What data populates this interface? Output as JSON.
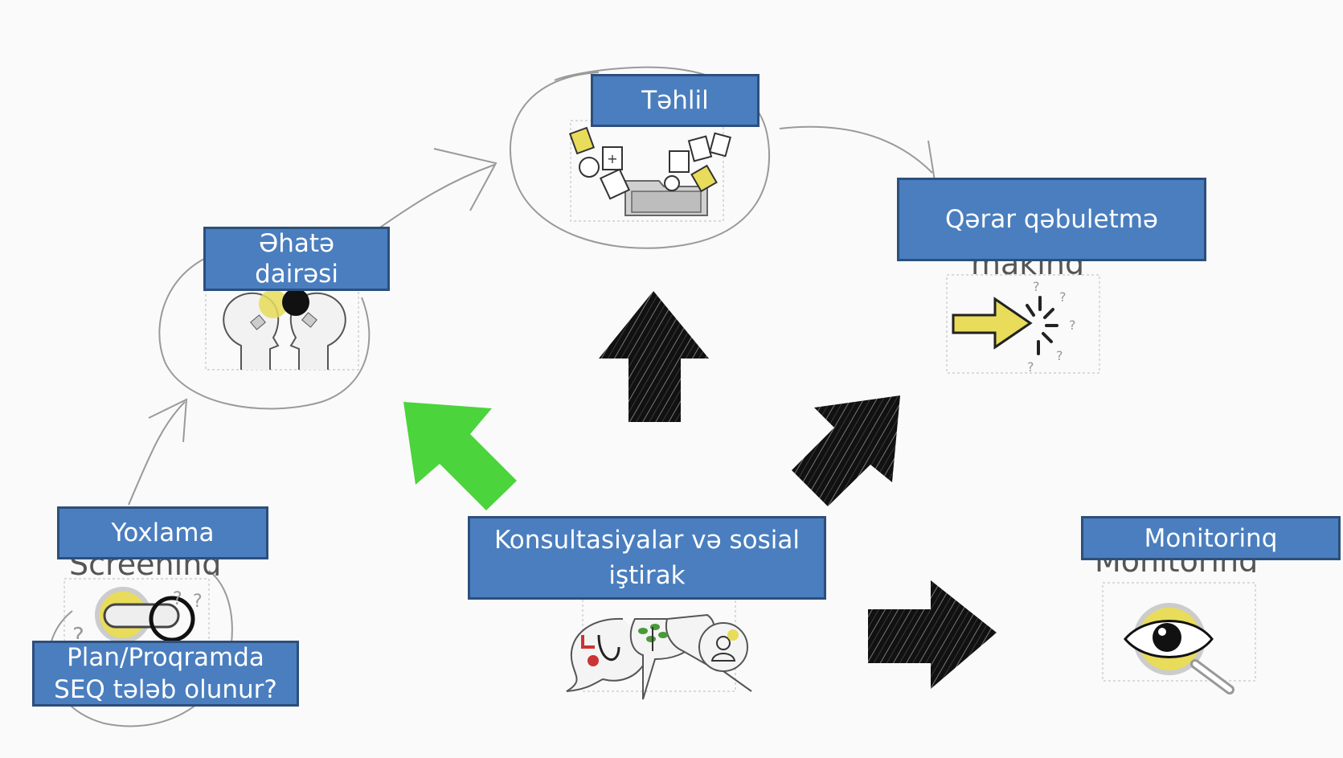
{
  "labels": {
    "tahlil": "Təhlil",
    "ehate": [
      "Əhatə",
      "dairəsi"
    ],
    "qerar": "Qərar qəbuletmə",
    "yoxlama": "Yoxlama",
    "plan": [
      "Plan/Proqramda",
      "SEQ tələb olunur?"
    ],
    "konsultasiya": [
      "Konsultasiyalar və sosial",
      "iştirak"
    ],
    "monitoring": "Monitorinq"
  },
  "ghost_labels": {
    "screening": "Screening",
    "making": "making",
    "monitoring": "Monitoring"
  },
  "colors": {
    "box_fill": "#4a7ebf",
    "box_border": "#2c4f7c",
    "active_arrow": "#4cd43c",
    "arrow": "#111111",
    "sketch": "#9a9a9a",
    "accent_yellow": "#e8dc5a"
  },
  "icons": {
    "tahlil": "documents-folder-icon",
    "ehate": "two-heads-lightbulbs-icon",
    "qerar": "cursor-arrow-decision-icon",
    "yoxlama": "toggle-gear-icon",
    "konsultasiya": "speech-bubbles-health-nature-people-icon",
    "monitoring": "eye-magnifier-icon"
  }
}
